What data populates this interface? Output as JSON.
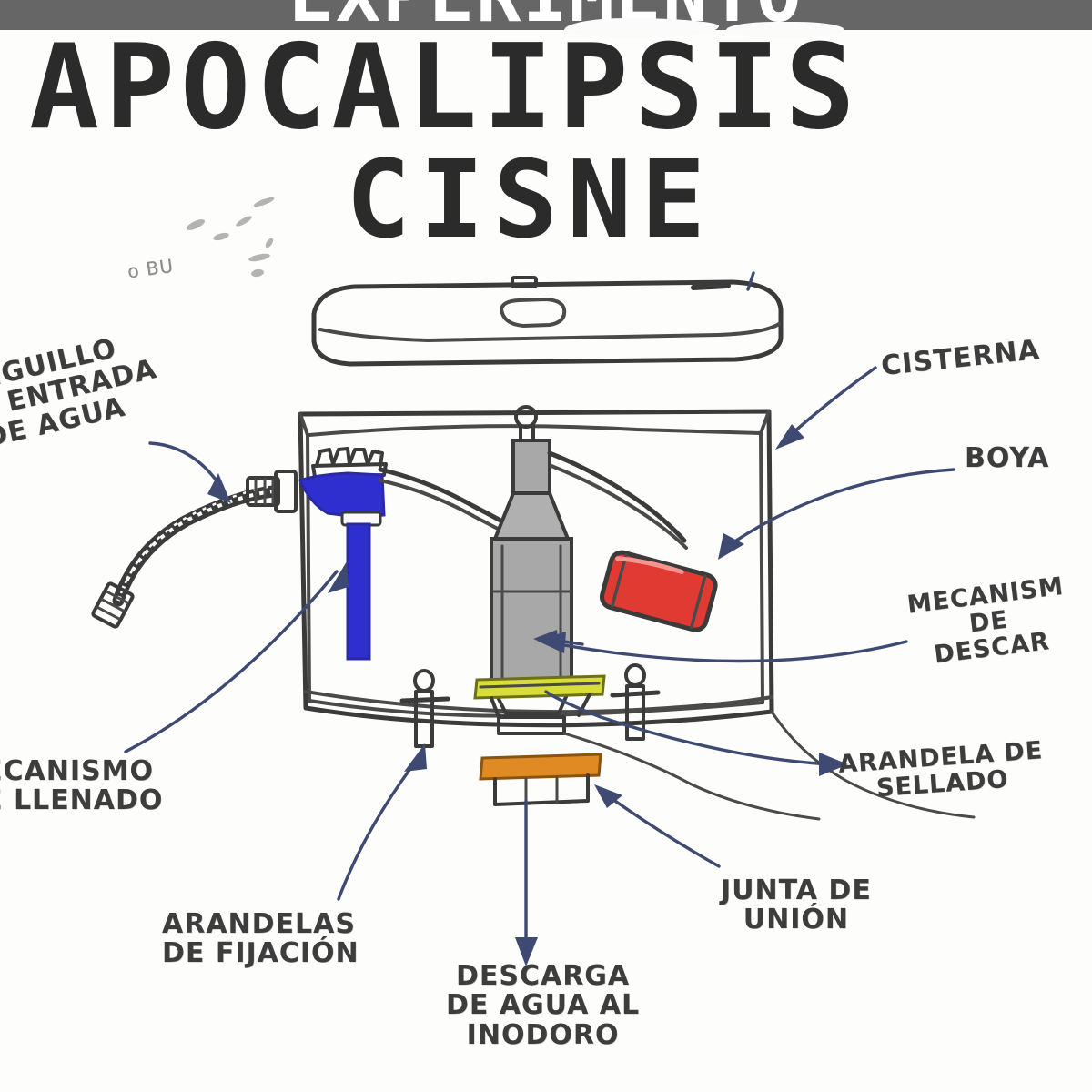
{
  "banner": {
    "partial_text": "EXPERIMENTO"
  },
  "title": {
    "line1": "APOCALIPSIS",
    "line2": "CISNE"
  },
  "colors": {
    "banner_gray": "#666666",
    "title_black": "#2b2b2b",
    "ink": "#3b3b3b",
    "arrow_blue": "#3e4a72",
    "fill_valve_blue": "#2f2fcf",
    "float_red": "#e03a32",
    "seal_washer_yellow": "#d8dd3a",
    "union_gasket_orange": "#e08a24",
    "flush_mechanism_gray": "#a8a8a8",
    "paper_white": "#fdfdfc"
  },
  "diagram": {
    "subject": "cisterna-de-inodoro",
    "smudge_text": "o BU",
    "labels": [
      {
        "id": "latiguillo",
        "lines": [
          "TIGUILLO",
          "E ENTRADA",
          "DE AGUA"
        ],
        "full_text": "LATIGUILLO DE ENTRADA DE AGUA",
        "clipped": "left",
        "points_to": "braided-inlet-hose"
      },
      {
        "id": "mecanismo-llenado",
        "lines": [
          "ECANISMO",
          "E LLENADO"
        ],
        "full_text": "MECANISMO DE LLENADO",
        "clipped": "left",
        "points_to": "fill-valve"
      },
      {
        "id": "arandelas-fijacion",
        "lines": [
          "ARANDELAS",
          "DE FIJACIÓN"
        ],
        "full_text": "ARANDELAS DE FIJACIÓN",
        "clipped": "none",
        "points_to": "fixing-bolts"
      },
      {
        "id": "descarga-agua",
        "lines": [
          "DESCARGA",
          "DE AGUA AL",
          "INODORO"
        ],
        "full_text": "DESCARGA DE AGUA AL INODORO",
        "clipped": "none",
        "points_to": "outlet-below-tank"
      },
      {
        "id": "junta-union",
        "lines": [
          "JUNTA DE",
          "UNIÓN"
        ],
        "full_text": "JUNTA DE UNIÓN",
        "clipped": "none",
        "points_to": "union-gasket"
      },
      {
        "id": "arandela-sellado",
        "lines": [
          "ARANDELA DE",
          "SELLADO"
        ],
        "full_text": "ARANDELA DE SELLADO",
        "clipped": "right",
        "points_to": "seal-washer"
      },
      {
        "id": "cisterna",
        "lines": [
          "CISTERNA"
        ],
        "full_text": "CISTERNA",
        "clipped": "right",
        "points_to": "tank-body"
      },
      {
        "id": "boya",
        "lines": [
          "BOYA"
        ],
        "full_text": "BOYA",
        "clipped": "none",
        "points_to": "red-float"
      },
      {
        "id": "mecanismo-descarga",
        "lines": [
          "MECANISM",
          "DE",
          "DESCAR"
        ],
        "full_text": "MECANISMO DE DESCARGA",
        "clipped": "right",
        "points_to": "flush-mechanism"
      }
    ],
    "parts": [
      {
        "id": "tank-lid",
        "name": "tapa-de-cisterna",
        "color": "#fdfdfc"
      },
      {
        "id": "tank-body",
        "name": "cisterna",
        "color": "#fdfdfc"
      },
      {
        "id": "inlet-hose",
        "name": "latiguillo",
        "color": "#4a4a4a"
      },
      {
        "id": "fill-valve",
        "name": "mecanismo-de-llenado",
        "color": "#2f2fcf"
      },
      {
        "id": "flush-mechanism",
        "name": "mecanismo-de-descarga",
        "color": "#a8a8a8"
      },
      {
        "id": "float",
        "name": "boya",
        "color": "#e03a32"
      },
      {
        "id": "seal-washer",
        "name": "arandela-de-sellado",
        "color": "#d8dd3a"
      },
      {
        "id": "union-gasket",
        "name": "junta-de-union",
        "color": "#e08a24"
      },
      {
        "id": "fixing-bolt-left",
        "name": "arandela-de-fijacion-izquierda",
        "color": "#3b3b3b"
      },
      {
        "id": "fixing-bolt-right",
        "name": "arandela-de-fijacion-derecha",
        "color": "#3b3b3b"
      }
    ]
  }
}
